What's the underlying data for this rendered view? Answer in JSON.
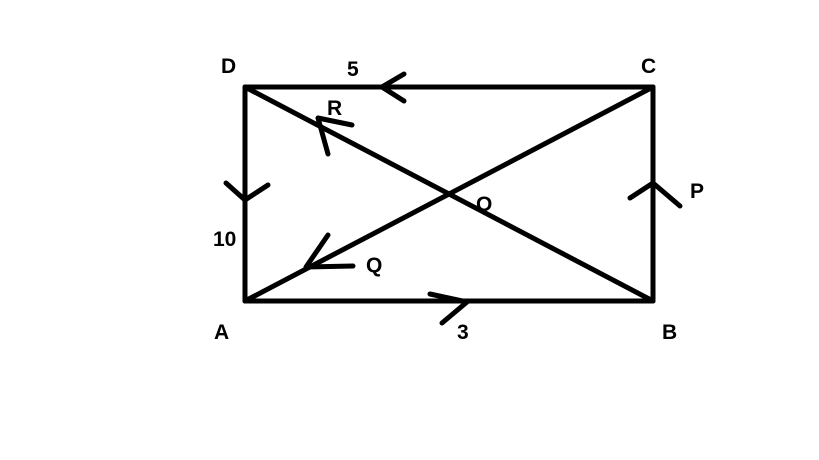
{
  "vertices": {
    "a": "A",
    "b": "B",
    "c": "C",
    "d": "D",
    "o": "O"
  },
  "vectors": {
    "p": "P",
    "q": "Q",
    "r": "R"
  },
  "magnitudes": {
    "dc": "5",
    "ad": "10",
    "ab": "3"
  },
  "colors": {
    "stroke": "#000000",
    "background": "#ffffff"
  }
}
